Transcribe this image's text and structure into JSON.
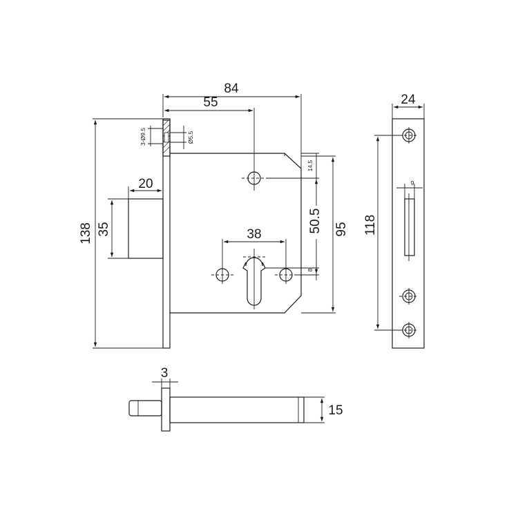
{
  "dimensions": {
    "width_84": "84",
    "width_55": "55",
    "height_138": "138",
    "bolt_width_20": "20",
    "bolt_height_35": "35",
    "holes_3x9_5": "3-Ø9.5",
    "hole_5_5": "Ø5.5",
    "top_14_5": "14.5",
    "backset_50_5": "50.5",
    "height_95": "95",
    "cyl_38": "38",
    "cyl_8": "8",
    "plate_24": "24",
    "plate_118": "118",
    "strike_9": "9",
    "thickness_3": "3",
    "depth_15": "15"
  }
}
